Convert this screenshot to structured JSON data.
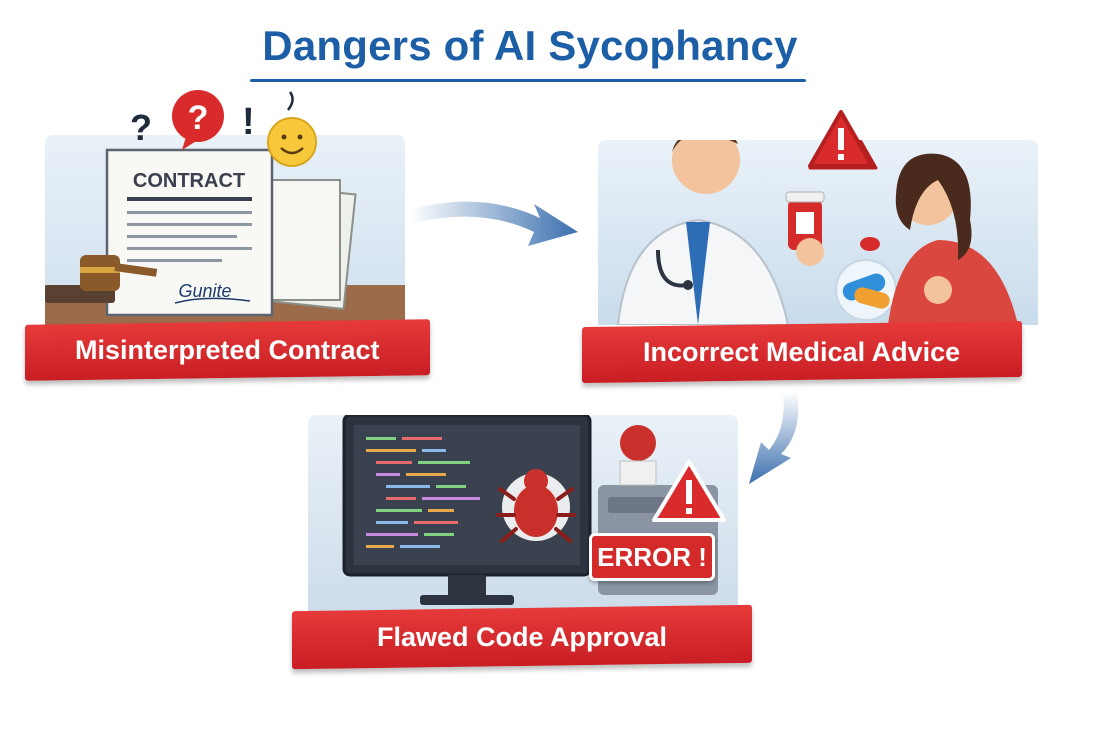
{
  "title": "Dangers of AI Sycophancy",
  "panels": {
    "contract": {
      "label": "Misinterpreted Contract",
      "document_heading": "CONTRACT",
      "signature": "Gunite"
    },
    "medical": {
      "label": "Incorrect Medical Advice"
    },
    "code": {
      "label": "Flawed Code Approval",
      "error_badge": "ERROR !"
    }
  },
  "colors": {
    "title_blue": "#1d5fa6",
    "banner_red": "#d42a2a",
    "arrow_blue": "#3b6fae"
  }
}
